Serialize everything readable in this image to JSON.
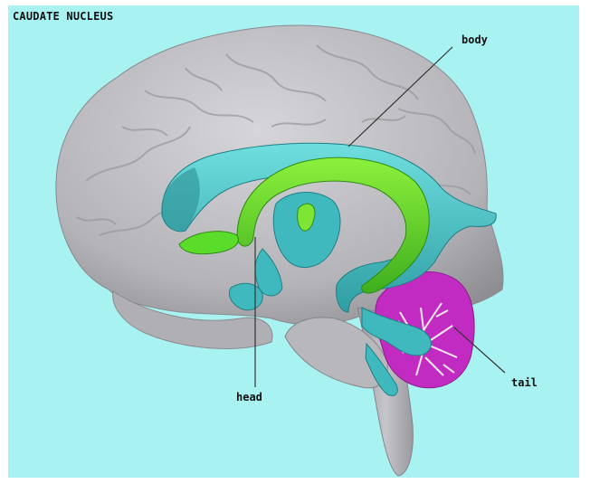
{
  "title": "CAUDATE NUCLEUS",
  "labels": {
    "body": "body",
    "head": "head",
    "tail": "tail"
  },
  "colors": {
    "background": "#a9f2f2",
    "cortex": "#b9b9bd",
    "caudate": "#4ec2c4",
    "caudate_green": "#4fd12b",
    "cerebellum": "#c22bc2"
  }
}
